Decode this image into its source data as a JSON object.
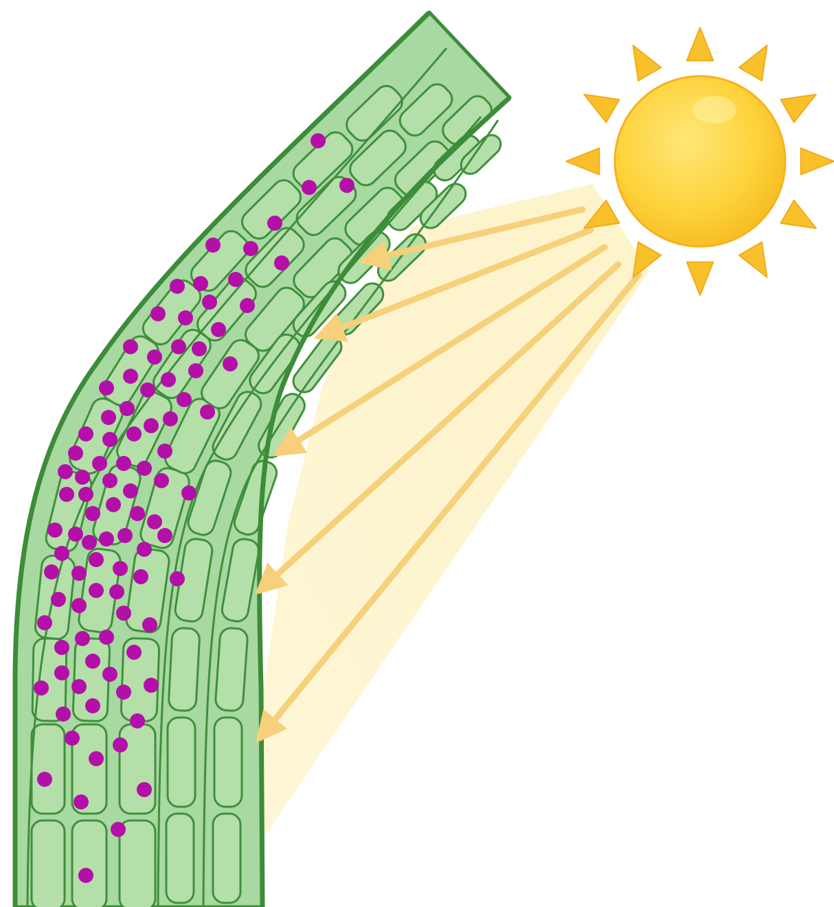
{
  "diagram": {
    "subject": "phototropism",
    "elements": [
      "sun",
      "light-rays",
      "plant-stem",
      "stem-cells",
      "auxin-dots"
    ],
    "colors": {
      "background": "#ffffff",
      "stem_fill": "#a8d9a0",
      "stem_outline": "#3c8c3a",
      "cell_fill": "#b4dfa9",
      "cell_outline": "#3f8f3d",
      "auxin": "#b40fa8",
      "sun_body": "#fcd43a",
      "sun_rim": "#f6b31c",
      "sun_rays": "#f8c12c",
      "beam": "#fdf0be",
      "arrow": "#f6d17c"
    }
  }
}
